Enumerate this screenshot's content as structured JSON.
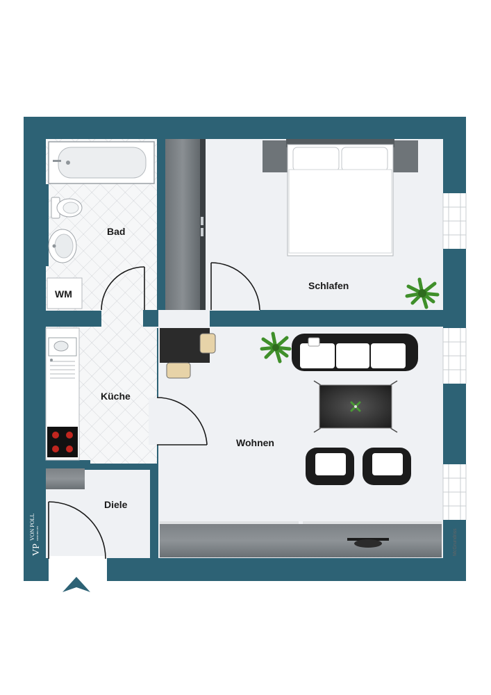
{
  "rooms": {
    "bad": "Bad",
    "wm": "WM",
    "schlafen": "Schlafen",
    "kueche": "Küche",
    "wohnen": "Wohnen",
    "diele": "Diele"
  },
  "logo": {
    "initials": "VP",
    "name": "VON POLL",
    "sub": "IMMOBILIEN"
  },
  "credit": "McGrundriss",
  "colors": {
    "wall": "#2d6275",
    "floor": "#eff1f4",
    "tile_line": "#c9ccd0",
    "furniture_dark": "#2b2b2b",
    "wood": "#6f7579",
    "plant": "#3f8f2a"
  },
  "icons": [
    "entrance-arrow-icon",
    "plant-icon"
  ]
}
